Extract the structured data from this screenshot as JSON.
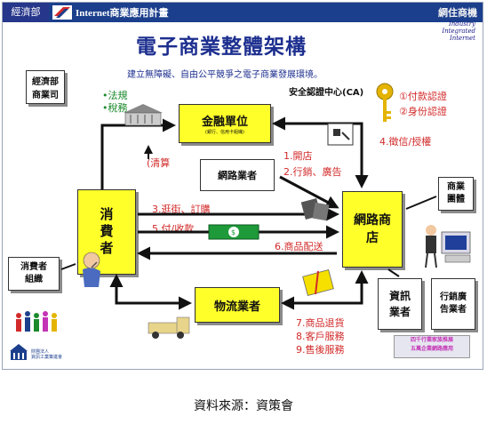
{
  "header": {
    "ministry_tag": "經濟部",
    "program_title": "Internet商業應用計畫",
    "corner_title": "網住商機",
    "corner_subtitle": "Industry Integrated Internet"
  },
  "main_title": "電子商業整體架構",
  "subtitle": "建立無障礙、自由公平競爭之電子商業發展環境。",
  "ministry_office": "經濟部\n商業司",
  "regulations": [
    "•法規",
    "•稅務"
  ],
  "ca_center": "安全認證中心(CA)",
  "cert_labels": [
    "①付款認證",
    "②身份認證"
  ],
  "nodes": {
    "finance": "金融單位",
    "finance_note": "(銀行、信用卡組織)",
    "network_operator": "網路業者",
    "consumer": "消費者",
    "shop": "網路商店",
    "logistics": "物流業者",
    "consumer_org": "消費者組織",
    "business_group": "商業團體",
    "it_vendor": "資訊業者",
    "marketing": "行銷廣告業者"
  },
  "flow_labels": {
    "settlement": "(清算",
    "open_store": "1.開店",
    "promotion": "2.行銷、廣告",
    "browse_order": "3.逛街、訂購",
    "credit": "4.徵信/授權",
    "payment": "5.付/收款",
    "delivery": "6.商品配送",
    "returns": "7.商品退貨",
    "customer_service": "8.客戶服務",
    "after_sales": "9.售後服務"
  },
  "bottom_notes": {
    "program_banner": "四千行業家族推展\n五萬企業網路應用",
    "org_name": "財團法人\n資訊工業策進會"
  },
  "source": "資料來源：資策會",
  "colors": {
    "header_blue": "#1b3f8c",
    "title_blue": "#1d2f8f",
    "box_yellow": "#ffff2a",
    "flow_red": "#d22a2a",
    "note_green": "#1b8a2c",
    "banner_magenta": "#c433b6"
  }
}
